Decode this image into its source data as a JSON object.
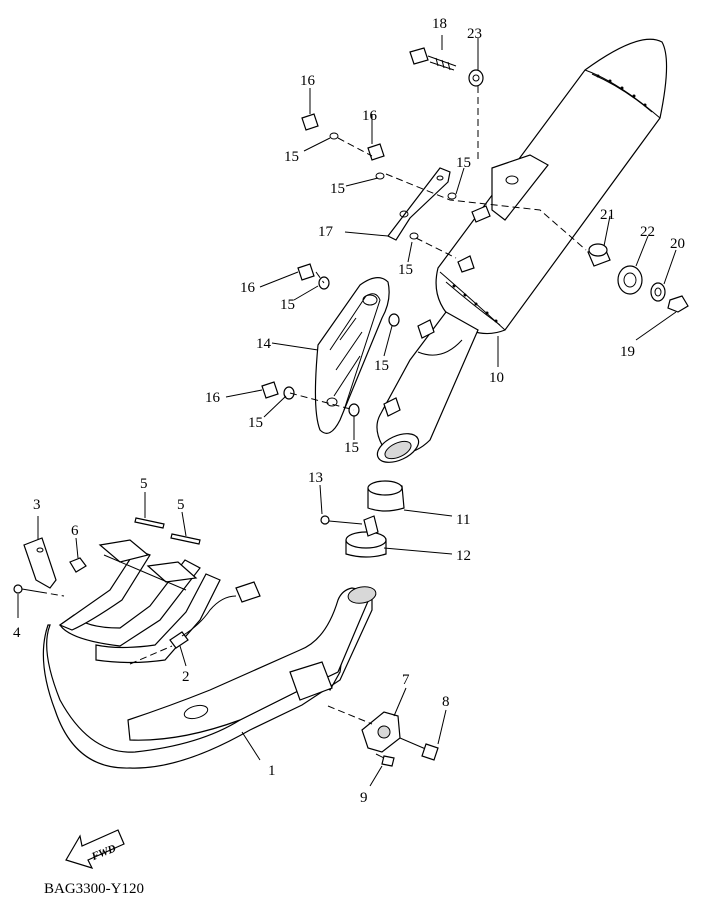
{
  "figure": {
    "code": "BAG3300-Y120",
    "fwd_label": "FWD"
  },
  "callouts": {
    "c1": "1",
    "c2": "2",
    "c3": "3",
    "c4": "4",
    "c5a": "5",
    "c5b": "5",
    "c6": "6",
    "c7": "7",
    "c8": "8",
    "c9": "9",
    "c10": "10",
    "c11": "11",
    "c12": "12",
    "c13": "13",
    "c14": "14",
    "c15a": "15",
    "c15b": "15",
    "c15c": "15",
    "c15d": "15",
    "c15e": "15",
    "c15f": "15",
    "c15g": "15",
    "c15h": "15",
    "c16a": "16",
    "c16b": "16",
    "c16c": "16",
    "c16d": "16",
    "c17": "17",
    "c18": "18",
    "c19": "19",
    "c20": "20",
    "c21": "21",
    "c22": "22",
    "c23": "23"
  }
}
